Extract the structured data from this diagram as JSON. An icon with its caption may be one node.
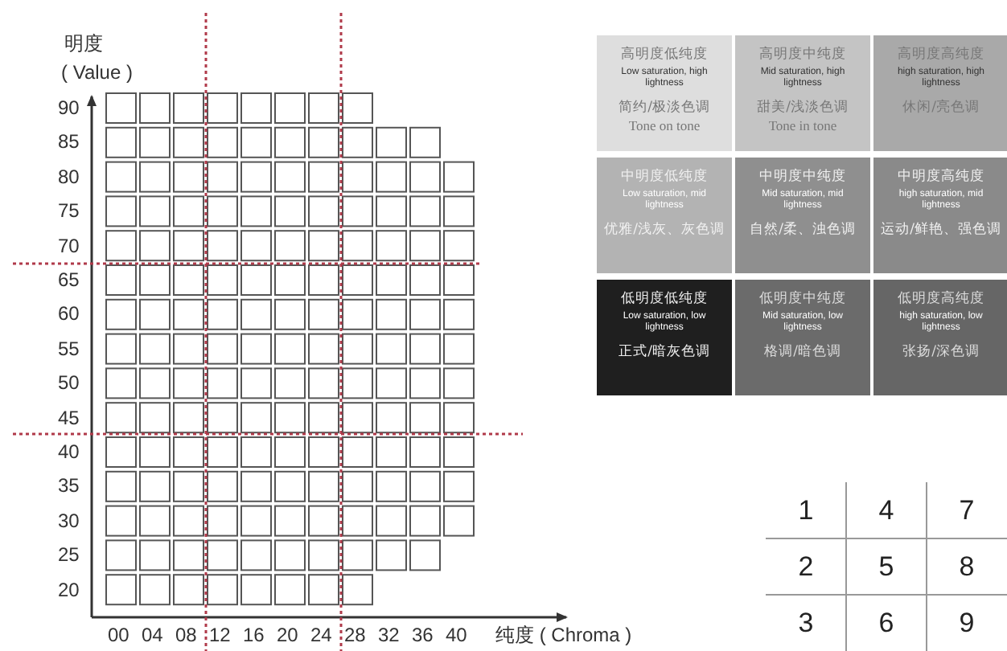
{
  "diagram": {
    "nodes": [
      {
        "text": [
          "高明度低纯度",
          "Low saturation, high lightness",
          "简约/极淡色调",
          "Tone on tone"
        ]
      },
      {
        "text": [
          "高明度中纯度",
          "Mid saturation, high lightness",
          "甜美/浅淡色调",
          "Tone in tone"
        ]
      },
      {
        "text": [
          "高明度高纯度",
          "high saturation, high lightness",
          "休闲/亮色调"
        ]
      },
      {
        "text": [
          "中明度低纯度",
          "Low saturation, mid lightness",
          "优雅/浅灰、灰色调"
        ]
      },
      {
        "text": [
          "中明度中纯度",
          "Mid saturation, mid lightness",
          "自然/柔、浊色调"
        ]
      },
      {
        "text": [
          "中明度高纯度",
          "high saturation, mid lightness",
          "运动/鲜艳、强色调"
        ]
      },
      {
        "text": [
          "低明度低纯度",
          "Low saturation, low lightness",
          "正式/暗灰色调"
        ]
      },
      {
        "text": [
          "低明度中纯度",
          "Mid saturation, low lightness",
          "格调/暗色调"
        ]
      },
      {
        "text": [
          "低明度高纯度",
          "high saturation, low lightness",
          "张扬/深色调"
        ]
      }
    ],
    "labels": [
      "明度",
      "( Value )",
      "90",
      "85",
      "80",
      "75",
      "70",
      "65",
      "60",
      "55",
      "50",
      "45",
      "40",
      "35",
      "30",
      "25",
      "20",
      "00",
      "04",
      "08",
      "12",
      "16",
      "20",
      "24",
      "28",
      "32",
      "36",
      "40",
      "纯度 ( Chroma )",
      "1",
      "4",
      "7",
      "2",
      "5",
      "8",
      "3",
      "6",
      "9"
    ]
  }
}
